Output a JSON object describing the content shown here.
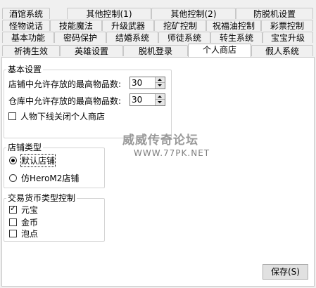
{
  "tabs": {
    "row1": [
      "酒馆系统",
      "其他控制(1)",
      "其他控制(2)",
      "防脱机设置"
    ],
    "row2": [
      "怪物说话",
      "技能魔法",
      "升级武器",
      "挖矿控制",
      "祝福油控制",
      "彩票控制"
    ],
    "row3": [
      "基本功能",
      "密码保护",
      "结婚系统",
      "师徒系统",
      "转生系统",
      "宝宝升级"
    ],
    "row4": [
      "祈祷生效",
      "英雄设置",
      "脱机登录",
      "个人商店",
      "假人系统"
    ]
  },
  "basic": {
    "title": "基本设置",
    "shop_label": "店铺中允许存放的最高物品数:",
    "shop_value": "30",
    "storage_label": "仓库中允许存放的最高物品数:",
    "storage_value": "30",
    "close_label": "人物下线关闭个人商店"
  },
  "shop_type": {
    "title": "店铺类型",
    "options": [
      "默认店铺",
      "仿HeroM2店铺"
    ],
    "selected": 0
  },
  "currency": {
    "title": "交易货币类型控制",
    "items": [
      "元宝",
      "金币",
      "泡点"
    ],
    "checked": [
      true,
      false,
      false
    ]
  },
  "watermark": {
    "line1": "威威传奇论坛",
    "line2": "WWW.77PK.NET"
  },
  "save_button": "保存(S)"
}
